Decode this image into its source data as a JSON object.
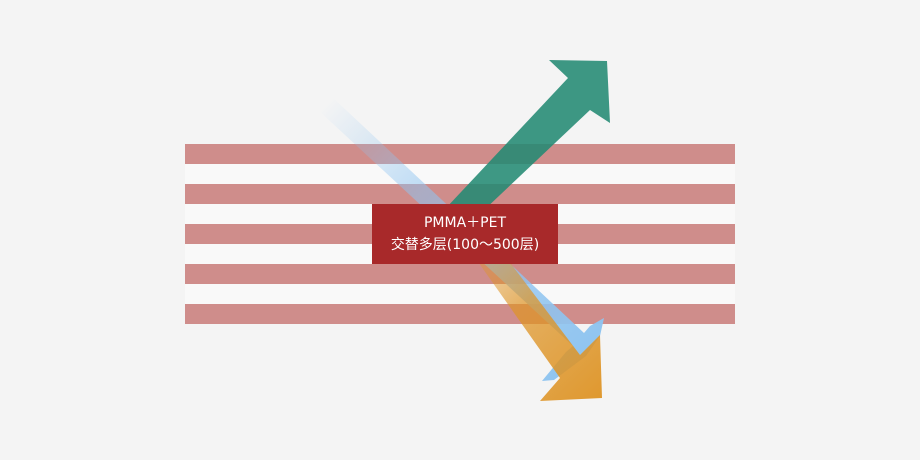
{
  "diagram": {
    "title": "",
    "layers": {
      "count": 9,
      "colors": [
        "#cf8d8b",
        "#f9f9f9"
      ]
    },
    "arrows": [
      {
        "name": "",
        "role": "reflected",
        "color": "#238a73"
      },
      {
        "name": "",
        "role": "incident",
        "color": "#8fc4f0"
      },
      {
        "name": "",
        "role": "transmitted",
        "color": "#de9426"
      }
    ],
    "label": {
      "line1": "PMMA＋PET",
      "line2": "交替多层(100～500层)",
      "background": "#a8292a"
    }
  }
}
